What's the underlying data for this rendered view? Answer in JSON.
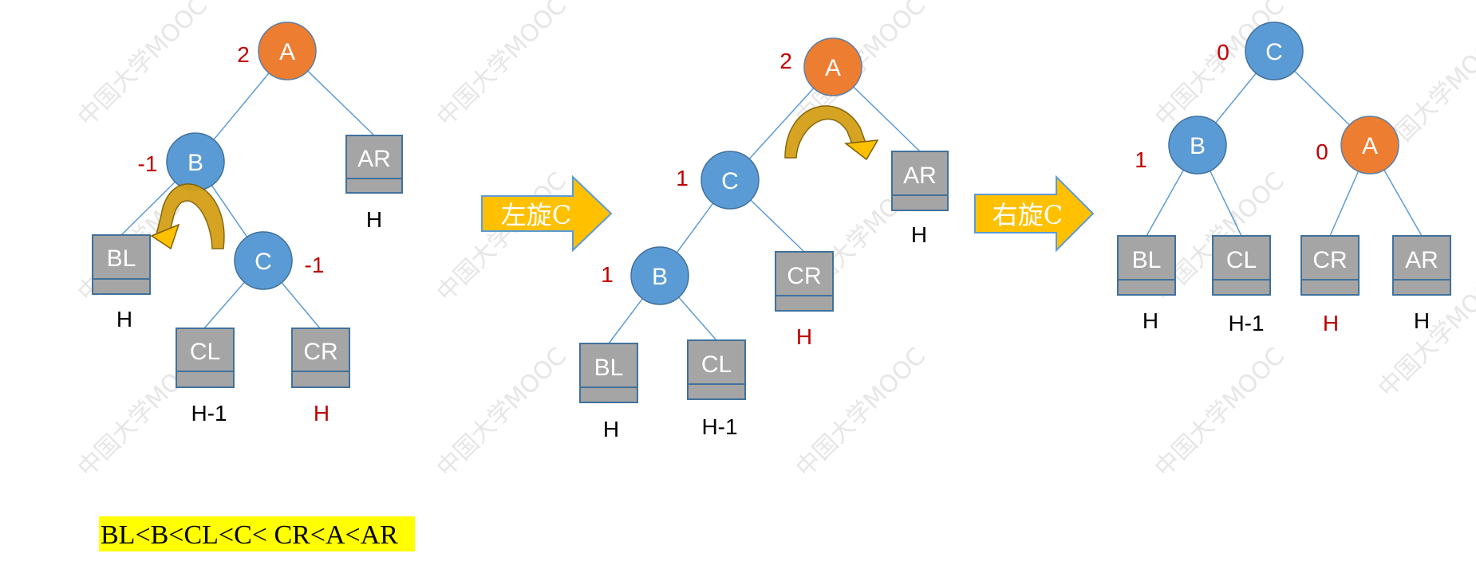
{
  "watermark": "中国大学MOOC",
  "colors": {
    "orange_node": "#ED7D31",
    "blue_node": "#5B9BD5",
    "box_fill": "#A5A5A5",
    "edge": "#5B9BD5",
    "balance_red": "#C00000",
    "arrow_yellow": "#FFC000",
    "curve_arrow": "#D4A017",
    "highlight": "#FFFF00"
  },
  "trees": [
    {
      "nodes": [
        {
          "label": "A",
          "color": "orange",
          "balance": "2"
        },
        {
          "label": "B",
          "color": "blue",
          "balance": "-1"
        },
        {
          "label": "C",
          "color": "blue",
          "balance": "-1"
        }
      ],
      "subtrees": [
        {
          "label": "AR",
          "height": "H",
          "height_color": "black"
        },
        {
          "label": "BL",
          "height": "H",
          "height_color": "black"
        },
        {
          "label": "CL",
          "height": "H-1",
          "height_color": "black"
        },
        {
          "label": "CR",
          "height": "H",
          "height_color": "red"
        }
      ]
    },
    {
      "nodes": [
        {
          "label": "A",
          "color": "orange",
          "balance": "2"
        },
        {
          "label": "C",
          "color": "blue",
          "balance": "1"
        },
        {
          "label": "B",
          "color": "blue",
          "balance": "1"
        }
      ],
      "subtrees": [
        {
          "label": "AR",
          "height": "H",
          "height_color": "black"
        },
        {
          "label": "CR",
          "height": "H",
          "height_color": "red"
        },
        {
          "label": "BL",
          "height": "H",
          "height_color": "black"
        },
        {
          "label": "CL",
          "height": "H-1",
          "height_color": "black"
        }
      ]
    },
    {
      "nodes": [
        {
          "label": "C",
          "color": "blue",
          "balance": "0"
        },
        {
          "label": "B",
          "color": "blue",
          "balance": "1"
        },
        {
          "label": "A",
          "color": "orange",
          "balance": "0"
        }
      ],
      "subtrees": [
        {
          "label": "BL",
          "height": "H",
          "height_color": "black"
        },
        {
          "label": "CL",
          "height": "H-1",
          "height_color": "black"
        },
        {
          "label": "CR",
          "height": "H",
          "height_color": "red"
        },
        {
          "label": "AR",
          "height": "H",
          "height_color": "black"
        }
      ]
    }
  ],
  "arrows": [
    {
      "label": "左旋C"
    },
    {
      "label": "右旋C"
    }
  ],
  "order_caption": "BL<B<CL<C< CR<A<AR"
}
